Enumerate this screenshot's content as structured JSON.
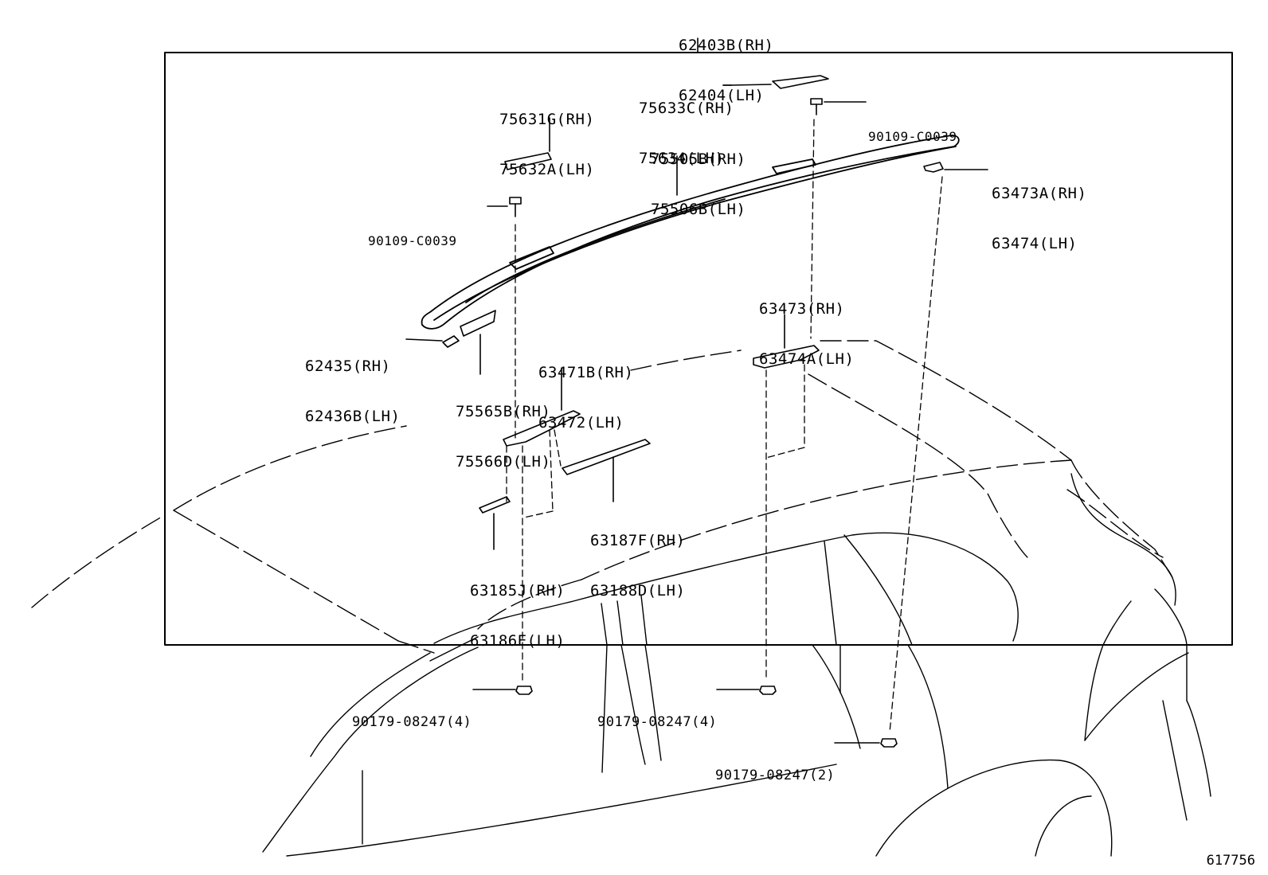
{
  "labels": {
    "rail_assy": [
      "62403B(RH)",
      "62404(LH)"
    ],
    "cover_a": [
      "75631G(RH)",
      "75632A(LH)"
    ],
    "cover_b": [
      "75633C(RH)",
      "75634(LH)"
    ],
    "screw_right": "90109-C0039",
    "screw_left": "90109-C0039",
    "rail": [
      "75505B(RH)",
      "75506B(LH)"
    ],
    "rear_bracket": [
      "63473A(RH)",
      "63474(LH)"
    ],
    "mid_bracket": [
      "63473(RH)",
      "63474A(LH)"
    ],
    "end_cap": [
      "62435(RH)",
      "62436B(LH)"
    ],
    "front_bracket": [
      "63471B(RH)",
      "63472(LH)"
    ],
    "end_cover": [
      "75565B(RH)",
      "75566D(LH)"
    ],
    "gasket_long": [
      "63187F(RH)",
      "63188D(LH)"
    ],
    "gasket_short": [
      "63185J(RH)",
      "63186E(LH)"
    ],
    "nut_front": "90179-08247(4)",
    "nut_mid": "90179-08247(4)",
    "nut_rear": "90179-08247(2)"
  },
  "reference_number": "617756"
}
